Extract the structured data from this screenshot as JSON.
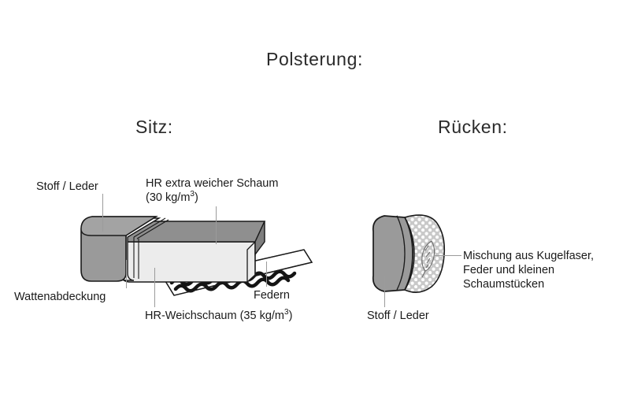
{
  "page": {
    "title": "Polsterung:",
    "background_color": "#ffffff",
    "text_color": "#1a1a1a",
    "leader_line_color": "#9b9b9b"
  },
  "sections": {
    "seat": {
      "heading": "Sitz:",
      "labels": {
        "cover": "Stoff / Leder",
        "top_foam_line1": "HR extra weicher Schaum",
        "top_foam_line2": "(30 kg/m",
        "top_foam_sup": "3",
        "top_foam_line2_end": ")",
        "wadding": "Wattenabdeckung",
        "core_foam": "HR-Weichschaum (35 kg/m",
        "core_foam_sup": "3",
        "core_foam_end": ")",
        "springs": "Federn"
      }
    },
    "back": {
      "heading": "Rücken:",
      "labels": {
        "cover": "Stoff / Leder",
        "filling_line1": "Mischung aus Kugelfaser,",
        "filling_line2": "Feder und kleinen",
        "filling_line3": "Schaumstücken"
      }
    }
  },
  "colors": {
    "cover_gray": "#9a9a9a",
    "cover_gray_dark": "#8a8a8a",
    "foam_top_gray": "#8f8f8f",
    "foam_light": "#ececec",
    "wadding_white": "#fcfcfc",
    "outline": "#1a1a1a",
    "spring_black": "#141414",
    "fiber_dot_bg": "#c9c9c9",
    "fiber_dot": "#ffffff"
  },
  "graphics": {
    "seat_cushion": "layered-seat-cushion-diagram",
    "springs": "serpentine-no-sag-springs",
    "back_cushion": "rounded-back-cushion-diagram",
    "feather": "feather-motif"
  }
}
